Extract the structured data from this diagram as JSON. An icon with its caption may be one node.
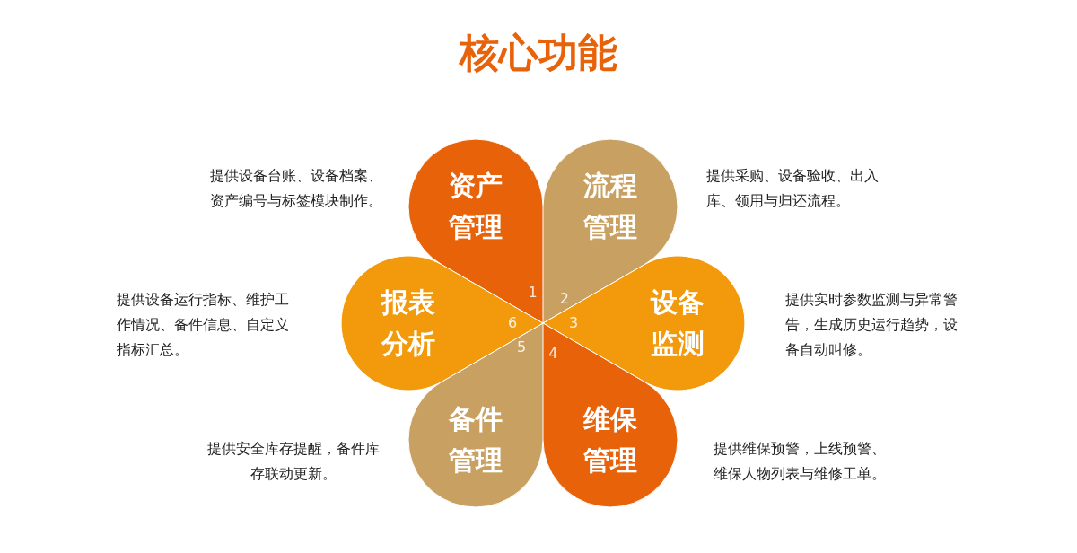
{
  "diagram": {
    "title": "核心功能",
    "nodes": [
      {
        "text": [
          "资产管理",
          "1"
        ],
        "beside": [
          "提供设备台账、设备档案、资产编号与标签模块制作。"
        ]
      },
      {
        "text": [
          "流程管理",
          "2"
        ],
        "beside": [
          "提供采购、设备验收、出入库、领用与归还流程。"
        ]
      },
      {
        "text": [
          "3",
          "设备监测"
        ],
        "beside": [
          "提供实时参数监测与异常警告，生成历史运行趋势，设备自动叫修。"
        ]
      },
      {
        "text": [
          "4",
          "维保管理"
        ],
        "beside": [
          "提供维保预警，上线预警、维保人物列表与维修工单。"
        ]
      },
      {
        "text": [
          "5",
          "备件管理"
        ],
        "beside": [
          "提供安全库存提醒，备件库存联动更新。"
        ]
      },
      {
        "text": [
          "报表分析",
          "6"
        ],
        "beside": [
          "提供设备运行指标、维护工作情况、备件信息、自定义指标汇总。"
        ]
      }
    ]
  }
}
